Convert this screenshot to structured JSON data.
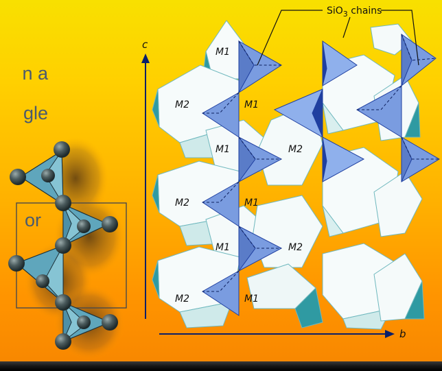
{
  "slide": {
    "text_lines": [
      "n a",
      "gle",
      "or"
    ]
  },
  "diagram": {
    "callout_label": "SiO",
    "callout_subscript": "3",
    "callout_suffix": " chains",
    "axis_c": "c",
    "axis_b": "b",
    "site_labels": [
      "M1",
      "M2",
      "M1",
      "M1",
      "M2",
      "M2",
      "M1",
      "M1",
      "M2",
      "M2",
      "M1"
    ]
  },
  "colors": {
    "octahedron_face": "#f7fbfb",
    "octahedron_side": "#3aa5ac",
    "tetrahedron_face": "#7a9ce0",
    "tetrahedron_dark": "#1f3fa0",
    "sphere": "#3c4a4c",
    "chain_shadow": "#6a4a20"
  }
}
